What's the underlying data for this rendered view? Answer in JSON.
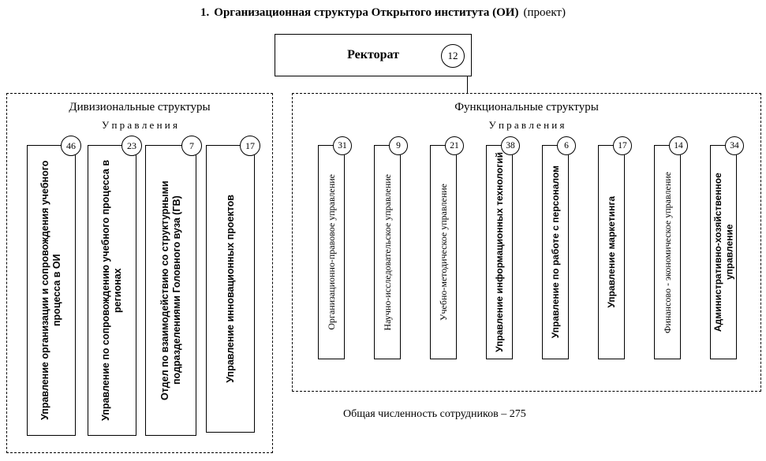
{
  "title": {
    "prefix": "1.",
    "main": "Организационная структура Открытого института (ОИ)",
    "suffix": "(проект)"
  },
  "rectorat": {
    "label": "Ректорат",
    "count": "12"
  },
  "divisional": {
    "title": "Дивизиональные структуры",
    "subtitle": "У п р а в л е н и я",
    "items": [
      {
        "label": "Управление организации и сопровождения учебного процесса в ОИ",
        "count": "46"
      },
      {
        "label": "Управление по сопровождению учебного процесса в регионах",
        "count": "23"
      },
      {
        "label": "Отдел по взаимодействию со структурными подразделениями Головного вуза (ГВ)",
        "count": "7"
      },
      {
        "label": "Управление инновационных проектов",
        "count": "17"
      }
    ]
  },
  "functional": {
    "title": "Функциональные структуры",
    "subtitle": "У п р а в л е н и я",
    "items": [
      {
        "label": "Организационно-правовое управление",
        "count": "31"
      },
      {
        "label": "Научно-исследовательское управление",
        "count": "9"
      },
      {
        "label": "Учебно-методическое управление",
        "count": "21"
      },
      {
        "label": "Управление информационных технологий",
        "count": "38"
      },
      {
        "label": "Управление по работе с персоналом",
        "count": "6"
      },
      {
        "label": "Управление маркетинга",
        "count": "17"
      },
      {
        "label": "Финансово - экономическое управление",
        "count": "14"
      },
      {
        "label": "Административно-хозяйственное управление",
        "count": "34"
      }
    ]
  },
  "footer": "Общая численность сотрудников – 275"
}
